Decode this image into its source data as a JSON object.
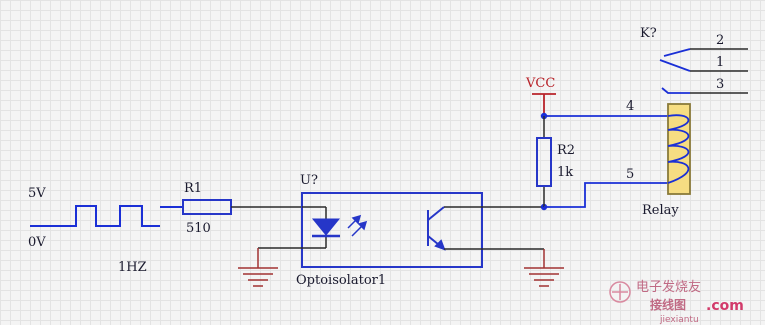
{
  "colors": {
    "wire_blue": "#1a2fd6",
    "wire_dark": "#2b2b2b",
    "power_red": "#b8232a",
    "ground_red": "#a13232",
    "relay_fill": "#f6dd82",
    "relay_stroke": "#8a7a3a",
    "component_blue": "#2636c8",
    "watermark_pink": "#d98aa0"
  },
  "signal": {
    "high_label": "5V",
    "low_label": "0V",
    "freq_label": "1HZ"
  },
  "r1": {
    "designator": "R1",
    "value": "510"
  },
  "optoisolator": {
    "designator": "U?",
    "name": "Optoisolator1"
  },
  "vcc": {
    "label": "VCC"
  },
  "r2": {
    "designator": "R2",
    "value": "1k"
  },
  "relay": {
    "designator": "K?",
    "name": "Relay",
    "pins": {
      "p1": "1",
      "p2": "2",
      "p3": "3",
      "p4": "4",
      "p5": "5"
    }
  },
  "watermark": {
    "brand_cn": "电子发烧友",
    "site_cn": "接线图",
    "domain": ".com",
    "url": "jiexiantu"
  }
}
